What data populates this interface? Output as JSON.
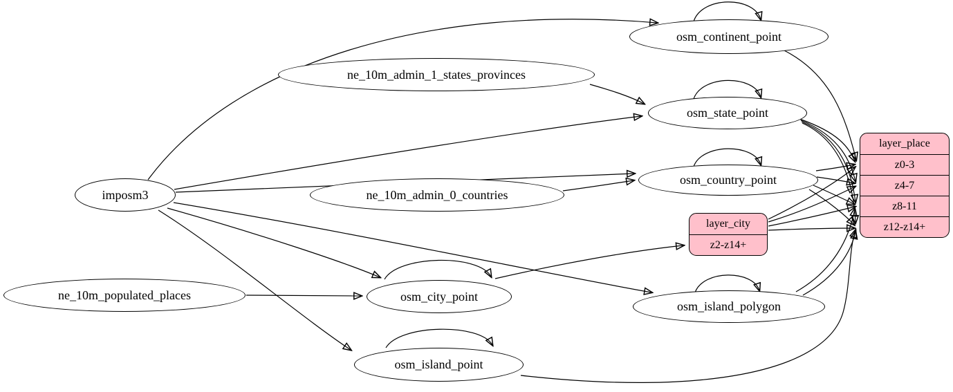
{
  "diagram": {
    "colors": {
      "background": "#ffffff",
      "table_node_fill": "#ffffff",
      "layer_record_fill": "#ffc0cb",
      "stroke": "#000000",
      "text": "#000000"
    },
    "nodes": {
      "imposm3": "imposm3",
      "ne_10m_admin_1_states_provinces": "ne_10m_admin_1_states_provinces",
      "ne_10m_admin_0_countries": "ne_10m_admin_0_countries",
      "ne_10m_populated_places": "ne_10m_populated_places",
      "osm_continent_point": "osm_continent_point",
      "osm_state_point": "osm_state_point",
      "osm_country_point": "osm_country_point",
      "osm_city_point": "osm_city_point",
      "osm_island_polygon": "osm_island_polygon",
      "osm_island_point": "osm_island_point"
    },
    "records": {
      "layer_city": {
        "header": "layer_city",
        "rows": [
          "z2-z14+"
        ]
      },
      "layer_place": {
        "header": "layer_place",
        "rows": [
          "z0-3",
          "z4-7",
          "z8-11",
          "z12-z14+"
        ]
      }
    },
    "edges": [
      {
        "from": "imposm3",
        "to": "osm_continent_point"
      },
      {
        "from": "imposm3",
        "to": "osm_state_point"
      },
      {
        "from": "imposm3",
        "to": "osm_country_point"
      },
      {
        "from": "imposm3",
        "to": "osm_city_point"
      },
      {
        "from": "imposm3",
        "to": "osm_island_polygon"
      },
      {
        "from": "imposm3",
        "to": "osm_island_point"
      },
      {
        "from": "ne_10m_admin_1_states_provinces",
        "to": "osm_state_point"
      },
      {
        "from": "ne_10m_admin_0_countries",
        "to": "osm_country_point"
      },
      {
        "from": "ne_10m_populated_places",
        "to": "osm_city_point"
      },
      {
        "from": "osm_continent_point",
        "to": "osm_continent_point"
      },
      {
        "from": "osm_state_point",
        "to": "osm_state_point"
      },
      {
        "from": "osm_country_point",
        "to": "osm_country_point"
      },
      {
        "from": "osm_city_point",
        "to": "osm_city_point"
      },
      {
        "from": "osm_island_polygon",
        "to": "osm_island_polygon"
      },
      {
        "from": "osm_island_point",
        "to": "osm_island_point"
      },
      {
        "from": "osm_continent_point",
        "to": "layer_place:z0-3"
      },
      {
        "from": "osm_state_point",
        "to": "layer_place:z0-3"
      },
      {
        "from": "osm_state_point",
        "to": "layer_place:z4-7"
      },
      {
        "from": "osm_state_point",
        "to": "layer_place:z8-11"
      },
      {
        "from": "osm_state_point",
        "to": "layer_place:z12-z14+"
      },
      {
        "from": "osm_country_point",
        "to": "layer_place:z0-3"
      },
      {
        "from": "osm_country_point",
        "to": "layer_place:z4-7"
      },
      {
        "from": "osm_country_point",
        "to": "layer_place:z8-11"
      },
      {
        "from": "osm_country_point",
        "to": "layer_place:z12-z14+"
      },
      {
        "from": "osm_city_point",
        "to": "layer_city:z2-z14+"
      },
      {
        "from": "layer_city",
        "to": "layer_place:z0-3"
      },
      {
        "from": "layer_city",
        "to": "layer_place:z4-7"
      },
      {
        "from": "layer_city",
        "to": "layer_place:z8-11"
      },
      {
        "from": "layer_city",
        "to": "layer_place:z12-z14+"
      },
      {
        "from": "osm_island_polygon",
        "to": "layer_place:z8-11"
      },
      {
        "from": "osm_island_polygon",
        "to": "layer_place:z12-z14+"
      },
      {
        "from": "osm_island_point",
        "to": "layer_place:z12-z14+"
      }
    ]
  }
}
